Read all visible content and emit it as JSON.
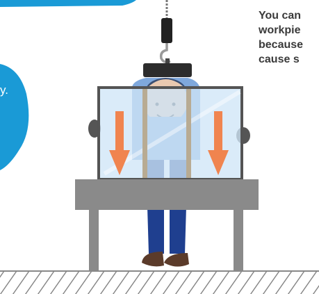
{
  "text_block": {
    "lines": [
      "You can",
      "workpie",
      "because",
      "cause s"
    ]
  },
  "bubble": {
    "text": "y."
  },
  "colors": {
    "accent_blue": "#1a9ad6",
    "arrow_orange": "#f0844f",
    "table_gray": "#8a8a8a",
    "glass": "#cfe6f7",
    "frame": "#545454",
    "trousers": "#1f3f8f",
    "shirt": "#7fa8dc"
  }
}
